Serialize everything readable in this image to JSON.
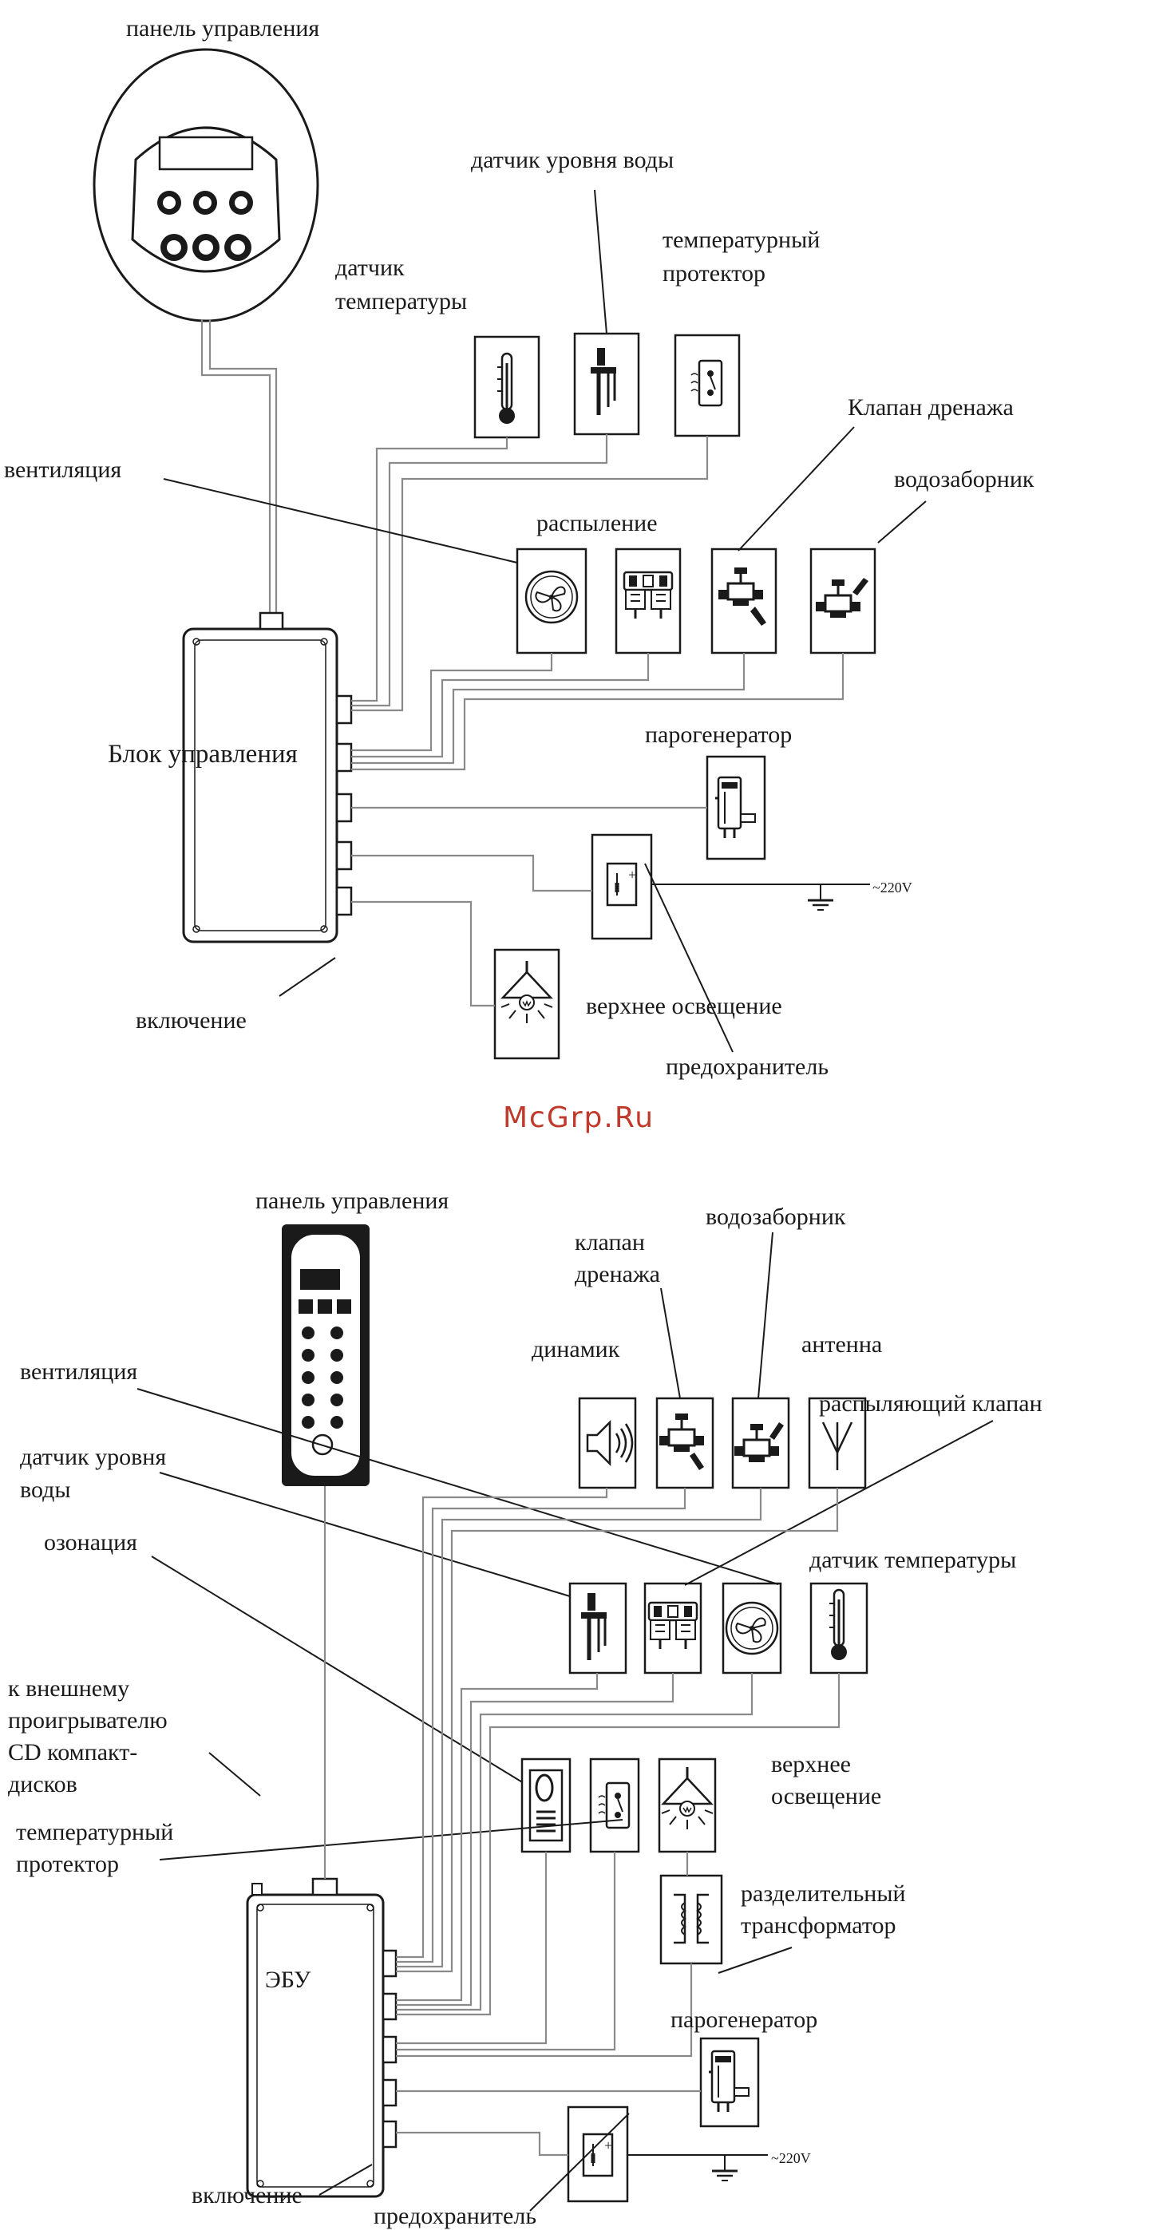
{
  "watermark": "McGrp.Ru",
  "top_diagram": {
    "control_panel": "панель управления",
    "water_level_sensor": "датчик уровня воды",
    "temperature_protector": "температурный\nпротектор",
    "temperature_sensor": "датчик\nтемпературы",
    "drain_valve": "Клапан дренажа",
    "water_intake": "водозаборник",
    "ventilation": "вентиляция",
    "spraying": "распыление",
    "control_unit": "Блок управления",
    "steam_generator": "парогенератор",
    "power_on": "включение",
    "top_light": "верхнее освещение",
    "fuse": "предохранитель",
    "voltage": "~220V"
  },
  "bottom_diagram": {
    "control_panel": "панель управления",
    "drain_valve": "клапан\nдренажа",
    "water_intake": "водозаборник",
    "speaker": "динамик",
    "antenna": "антенна",
    "ventilation": "вентиляция",
    "spray_valve": "распыляющий клапан",
    "water_level_sensor": "датчик уровня\nводы",
    "ozonation": "озонация",
    "temperature_sensor": "датчик температуры",
    "cd_player": "к внешнему\nпроигрывателю\nCD компакт-\nдисков",
    "top_light": "верхнее\nосвещение",
    "temperature_protector": "температурный\nпротектор",
    "isolation_transformer": "разделительный\nтрансформатор",
    "ecu": "ЭБУ",
    "steam_generator": "парогенератор",
    "power_on": "включение",
    "fuse": "предохранитель",
    "voltage": "~220V"
  }
}
